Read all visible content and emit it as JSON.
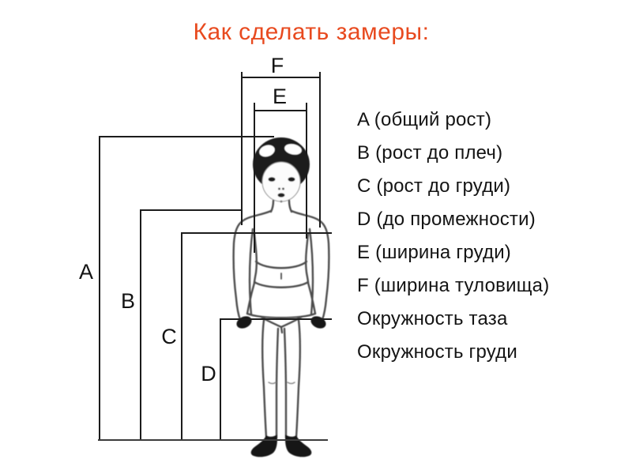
{
  "title": {
    "text": "Как сделать замеры:"
  },
  "colors": {
    "accent": "#e84a1f",
    "ink": "#141414",
    "line": "#1c1c1c"
  },
  "diagram": {
    "measure_labels": {
      "A": "A",
      "B": "B",
      "C": "C",
      "D": "D",
      "E": "E",
      "F": "F"
    }
  },
  "legend": {
    "items": [
      {
        "label": "A (общий рост)"
      },
      {
        "label": "B (рост до плеч)"
      },
      {
        "label": "C (рост до груди)"
      },
      {
        "label": "D (до промежности)"
      },
      {
        "label": "E (ширина груди)"
      },
      {
        "label": "F (ширина туловища)"
      },
      {
        "label": "Окружность таза"
      },
      {
        "label": "Окружность груди"
      }
    ]
  }
}
